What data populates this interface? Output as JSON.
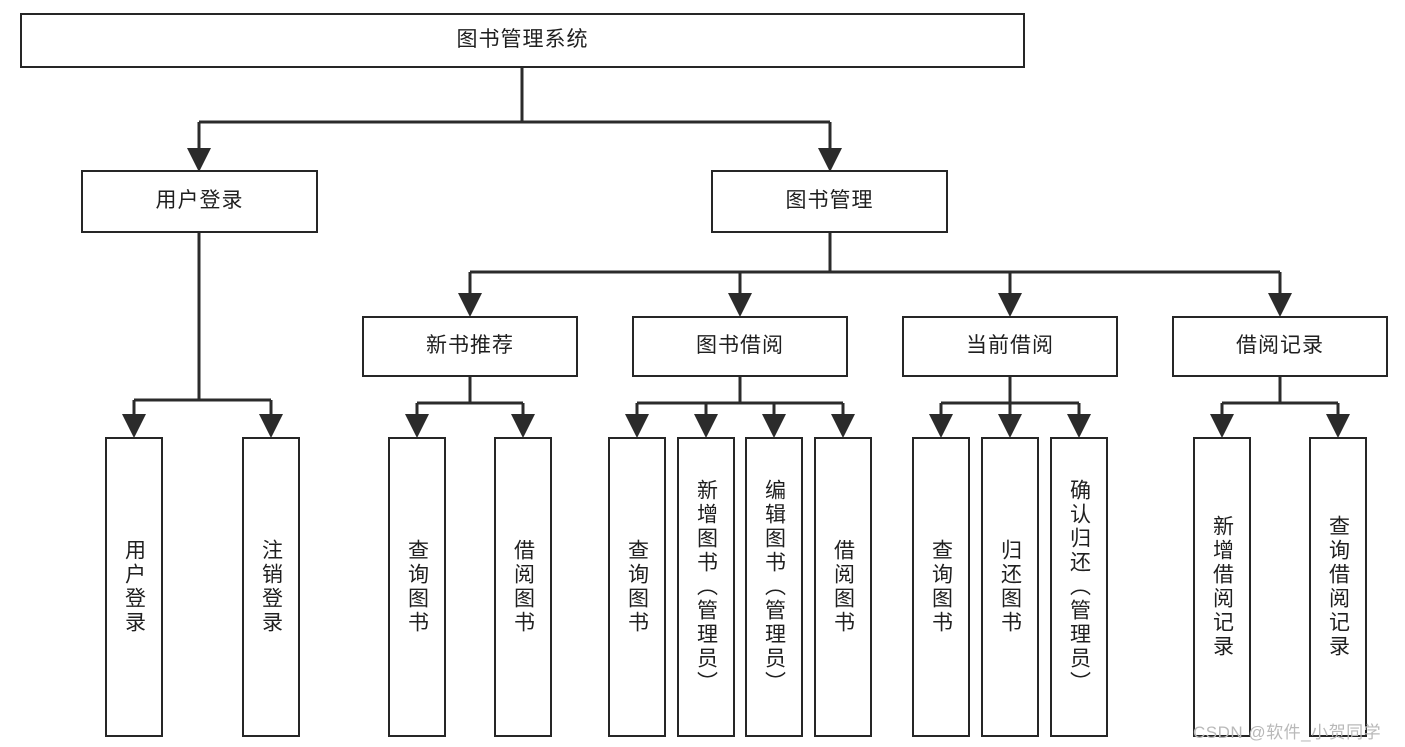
{
  "diagram": {
    "title": "图书管理系统",
    "type": "tree-hierarchy",
    "root": {
      "label": "图书管理系统"
    },
    "level1": [
      {
        "label": "用户登录"
      },
      {
        "label": "图书管理"
      }
    ],
    "level2": [
      {
        "label": "新书推荐"
      },
      {
        "label": "图书借阅"
      },
      {
        "label": "当前借阅"
      },
      {
        "label": "借阅记录"
      }
    ],
    "leaves": {
      "user_login": [
        {
          "label": "用户登录"
        },
        {
          "label": "注销登录"
        }
      ],
      "new_book_recommend": [
        {
          "label": "查询图书"
        },
        {
          "label": "借阅图书"
        }
      ],
      "book_borrow": [
        {
          "label": "查询图书"
        },
        {
          "label": "新增图书（管理员）"
        },
        {
          "label": "编辑图书（管理员）"
        },
        {
          "label": "借阅图书"
        }
      ],
      "current_borrow": [
        {
          "label": "查询图书"
        },
        {
          "label": "归还图书"
        },
        {
          "label": "确认归还（管理员）"
        }
      ],
      "borrow_record": [
        {
          "label": "新增借阅记录"
        },
        {
          "label": "查询借阅记录"
        }
      ]
    }
  },
  "watermark": {
    "text": "CSDN @软件_小贺同学"
  },
  "colors": {
    "border": "#262626",
    "background": "#ffffff",
    "text": "#1f1f1f",
    "watermark": "#b9b9b9"
  }
}
